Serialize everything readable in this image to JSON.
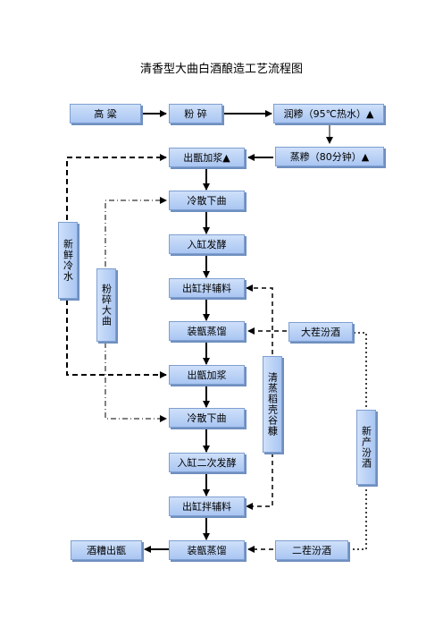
{
  "title": "清香型大曲白酒酿造工艺流程图",
  "nodes": {
    "gaoliang": "高 粱",
    "fensui": "粉 碎",
    "runcan": "润糁（95℃热水）▲",
    "zhengcan": "蒸糁（80分钟）▲",
    "chuzeng1": "出甑加浆▲",
    "lengsan1": "冷散下曲",
    "rugang1": "入缸发酵",
    "chugang1": "出缸拌辅料",
    "zhuangzeng1": "装甑蒸馏",
    "dazha": "大茬汾酒",
    "chuzeng2": "出甑加浆",
    "lengsan2": "冷散下曲",
    "rugang2": "入缸二次发酵",
    "chugang2": "出缸拌辅料",
    "zhuangzeng2": "装甑蒸馏",
    "jiucao": "酒糟出甑",
    "erzha": "二茬汾酒"
  },
  "side_labels": {
    "xinxian": "新鲜冷水",
    "fensuidaqu": "粉碎大曲",
    "qingzheng": "清蒸稻壳谷糠",
    "xinchan": "新产汾酒"
  }
}
